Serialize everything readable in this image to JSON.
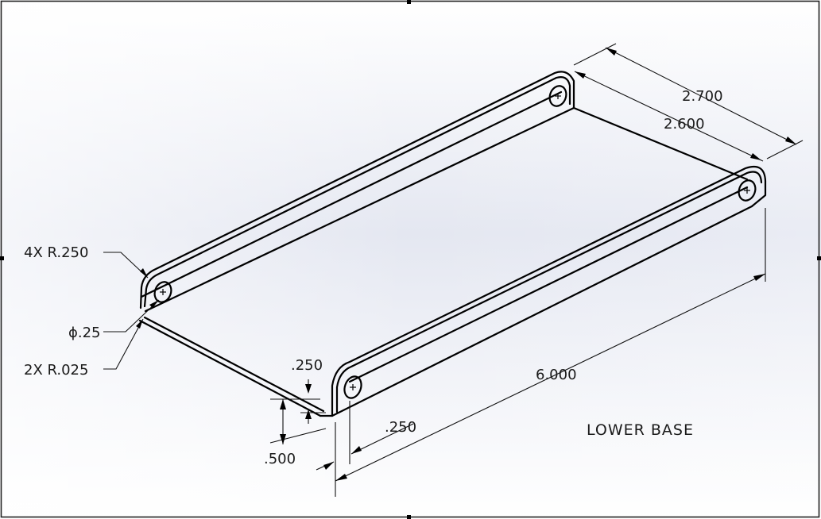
{
  "drawing": {
    "title": "LOWER BASE",
    "callouts": {
      "corner_radius": "4X R.250",
      "hole_diameter": "ϕ.25",
      "bend_radius": "2X R.025"
    },
    "dimensions": {
      "overall_width": "2.700",
      "inner_width": "2.600",
      "length": "6.000",
      "flange_thickness": ".250",
      "flange_height": ".500",
      "hole_offset": ".250"
    }
  },
  "colors": {
    "background_top": "#ffffff",
    "background_mid": "#e6e9f2",
    "line": "#000000",
    "frame": "#222222"
  }
}
